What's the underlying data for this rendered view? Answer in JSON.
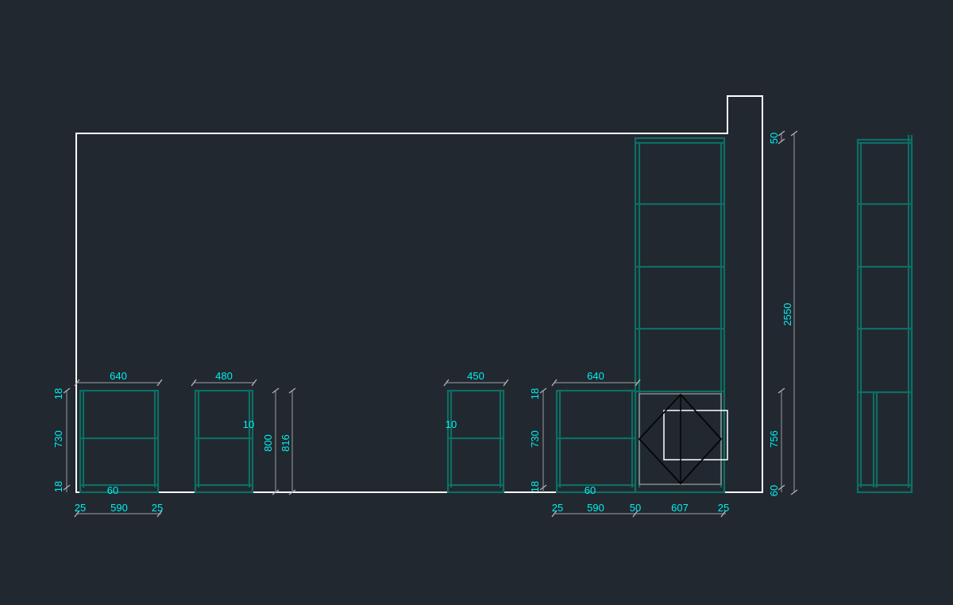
{
  "dimensions": {
    "left_cab_width": "640",
    "left_cab_top_thk": "18",
    "left_cab_height": "730",
    "left_cab_bottom_thk": "18",
    "left_cab_kick": "60",
    "left_side_a": "25",
    "left_inner": "590",
    "left_side_b": "25",
    "cab2_width": "480",
    "cab2_shelf": "10",
    "cab2_height_a": "800",
    "cab2_height_b": "816",
    "cab3_width": "450",
    "cab3_shelf": "10",
    "cab4_width": "640",
    "cab4_top_thk": "18",
    "cab4_height": "730",
    "cab4_bottom_thk": "18",
    "cab4_kick": "60",
    "bottom_side_a": "25",
    "bottom_inner": "590",
    "bottom_gap": "50",
    "bottom_fridge": "607",
    "bottom_side_b": "25",
    "tall_top": "50",
    "tall_total": "2550",
    "tall_lower": "756",
    "tall_bottom": "60"
  },
  "colors": {
    "background": "#212830",
    "wall": "#ffffff",
    "cabinet": "#0e6e64",
    "dimension_text": "#00f0f0"
  }
}
